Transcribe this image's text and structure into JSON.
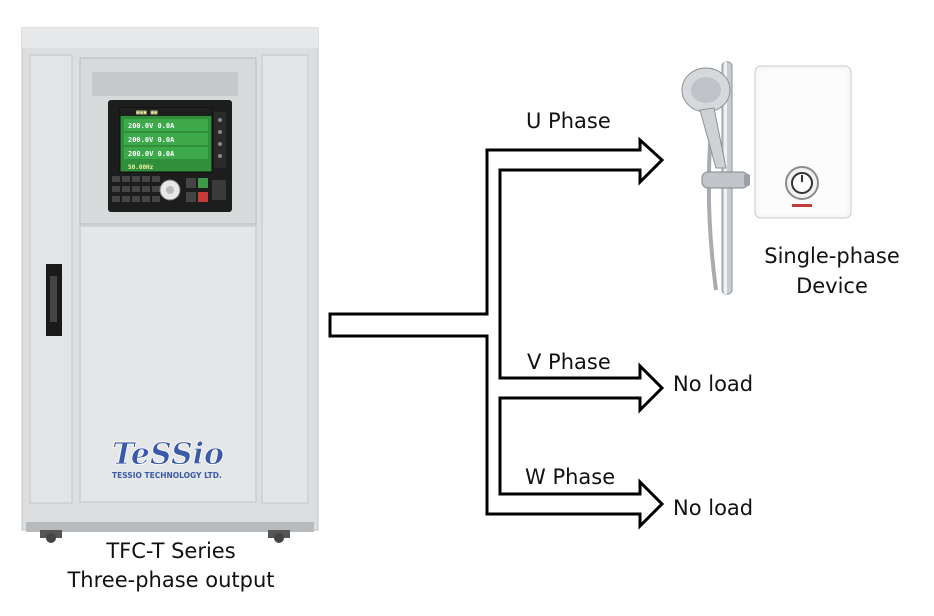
{
  "cabinet": {
    "brand_logo": "TeSSio",
    "brand_company": "TESSIO TECHNOLOGY LTD.",
    "display_rows": [
      {
        "v": "200.0V",
        "a": "0.0A"
      },
      {
        "v": "200.0V",
        "a": "0.0A"
      },
      {
        "v": "200.0V",
        "a": "0.0A"
      }
    ],
    "display_footer": "50.00Hz"
  },
  "labels": {
    "cabinet_caption_line1": "TFC-T Series",
    "cabinet_caption_line2": "Three-phase output",
    "u_phase": "U Phase",
    "v_phase": "V Phase",
    "w_phase": "W Phase",
    "device_line1": "Single-phase",
    "device_line2": "Device",
    "v_load": "No load",
    "w_load": "No load"
  },
  "colors": {
    "arrow_stroke": "#000000",
    "arrow_fill": "#ffffff",
    "cabinet_body": "#dcdedf",
    "lcd_background": "#2f8f3a",
    "logo_blue": "#3b5ba8"
  }
}
